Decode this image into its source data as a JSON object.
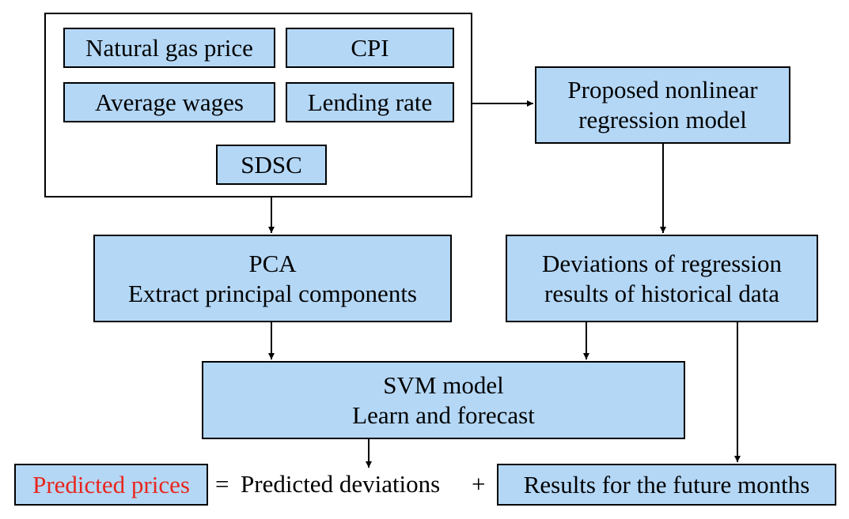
{
  "inputs": {
    "natural_gas_price": "Natural gas price",
    "cpi": "CPI",
    "average_wages": "Average wages",
    "lending_rate": "Lending rate",
    "sdsc": "SDSC"
  },
  "regression_model": {
    "line1": "Proposed nonlinear",
    "line2": "regression model"
  },
  "pca": {
    "line1": "PCA",
    "line2": "Extract principal components"
  },
  "deviations": {
    "line1": "Deviations of regression",
    "line2": "results of historical data"
  },
  "svm": {
    "line1": "SVM model",
    "line2": "Learn and forecast"
  },
  "equation": {
    "predicted_prices": "Predicted prices",
    "equals": "=",
    "predicted_deviations": "Predicted deviations",
    "plus": "+",
    "future_results": "Results for the future months"
  },
  "colors": {
    "box_fill": "#b4d7f6",
    "highlight_text": "#e8261c"
  }
}
